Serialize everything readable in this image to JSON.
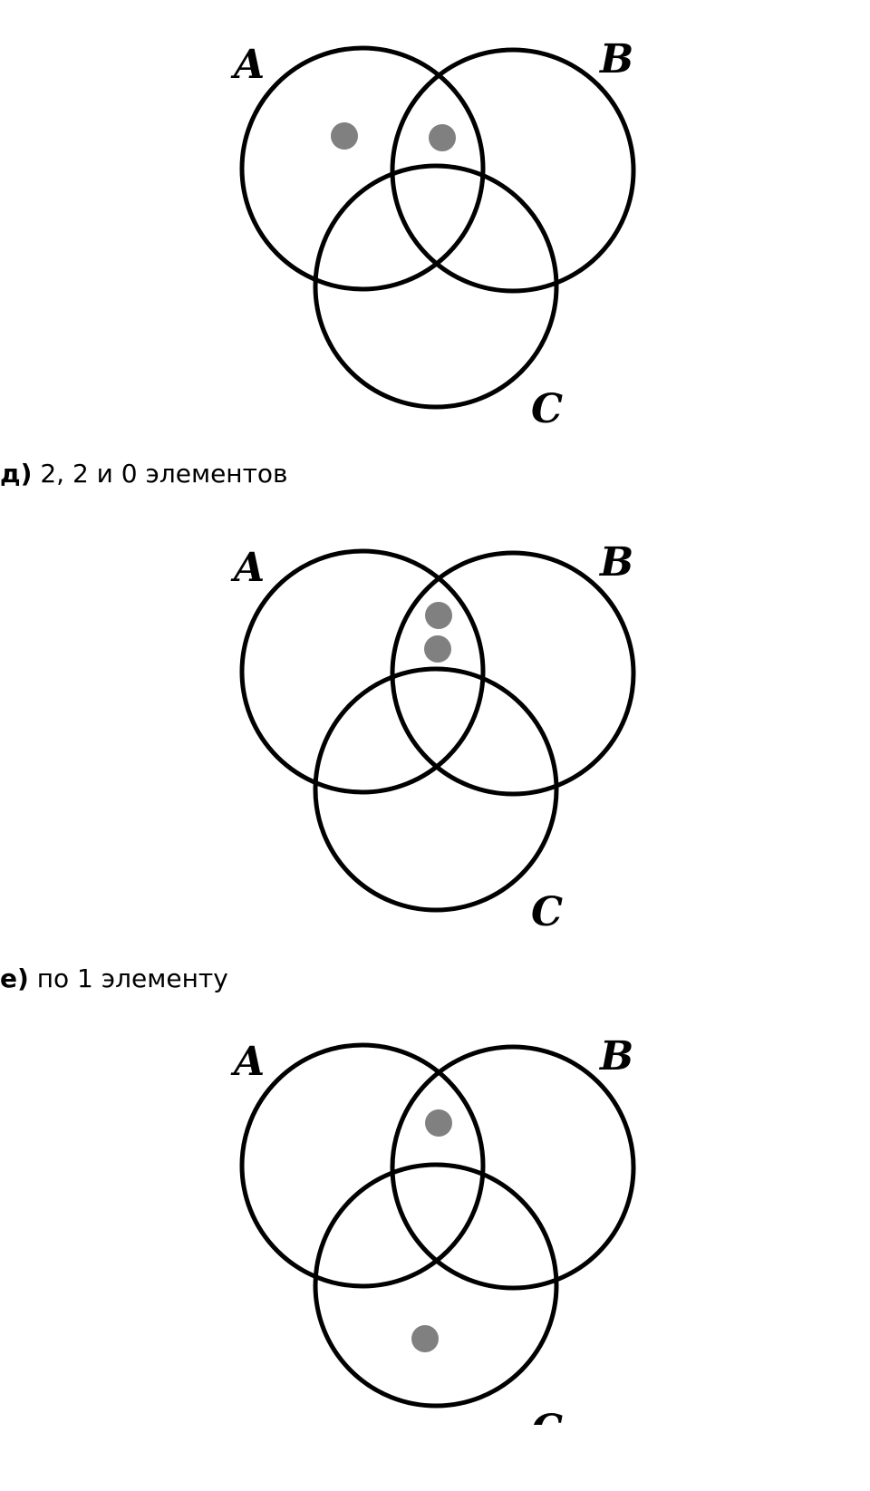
{
  "diagrams": [
    {
      "labels": {
        "a": "A",
        "b": "B",
        "c": "C"
      },
      "dots": [
        "A only",
        "A∩B"
      ]
    },
    {
      "caption": {
        "letter": "д)",
        "text": "2, 2 и 0 элементов"
      },
      "labels": {
        "a": "A",
        "b": "B",
        "c": "C"
      },
      "dots": [
        "A∩B",
        "A∩B"
      ]
    },
    {
      "caption": {
        "letter": "е)",
        "text": "по 1 элементу"
      },
      "labels": {
        "a": "A",
        "b": "B",
        "c": "C"
      },
      "dots": [
        "A∩B",
        "C only"
      ]
    }
  ],
  "colors": {
    "stroke": "#000000",
    "dot": "#808080",
    "background": "#ffffff"
  }
}
